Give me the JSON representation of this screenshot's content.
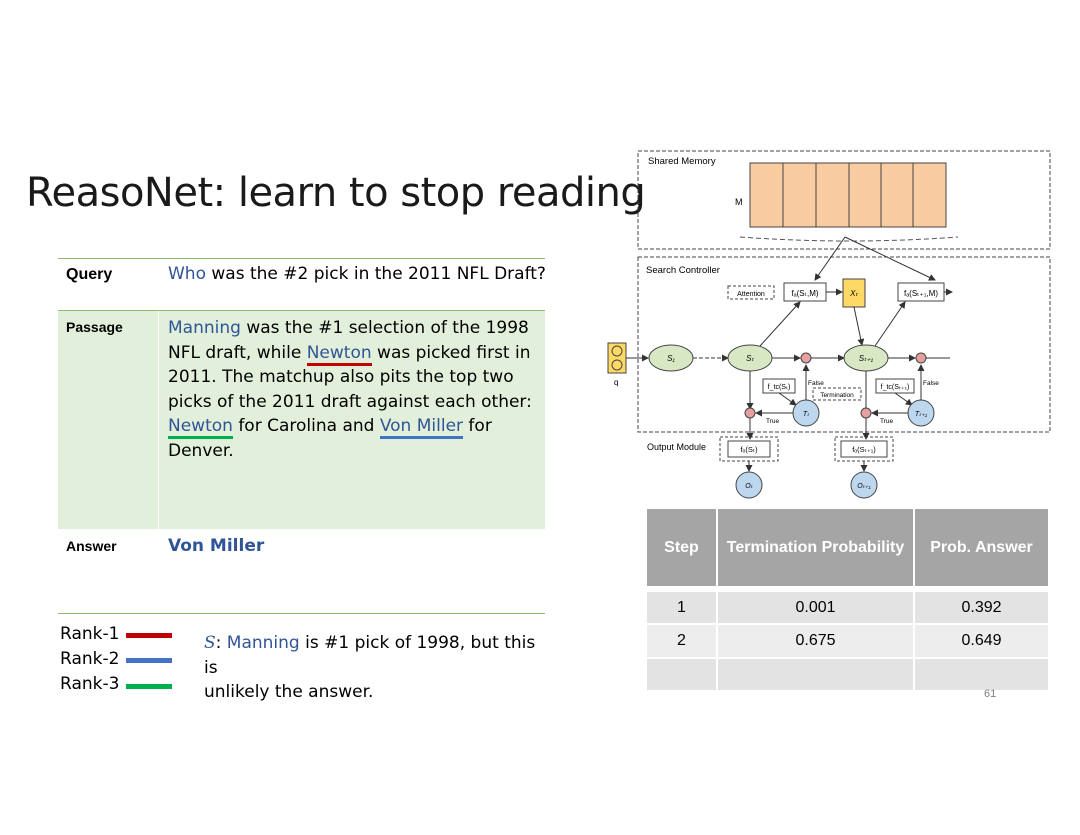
{
  "title": "ReasoNet: learn to stop reading",
  "qa": {
    "query_label": "Query",
    "query_who": "Who",
    "query_rest": " was the #2 pick in the 2011 NFL Draft?",
    "passage_label": "Passage",
    "passage": {
      "p1": "Manning",
      "p2": " was the #1 selection of the 1998",
      "p3": "NFL draft, while ",
      "p4": "Newton",
      "p5": " was picked first in",
      "p6": "2011. The matchup also pits the top two",
      "p7": "picks of the 2011 draft against each other:",
      "p8": "Newton",
      "p9": " for Carolina and ",
      "p10": "Von Miller",
      "p11": " for",
      "p12": "Denver."
    },
    "answer_label": "Answer",
    "answer": "Von Miller"
  },
  "legend": {
    "rank1": "Rank-1",
    "rank2": "Rank-2",
    "rank3": "Rank-3",
    "colors": {
      "rank1": "#c00000",
      "rank2": "#4472c4",
      "rank3": "#00b050"
    }
  },
  "note": {
    "s": "S",
    "colon": ": ",
    "manning": "Manning",
    "rest1": " is #1 pick of 1998, but this is",
    "rest2": "unlikely the answer."
  },
  "diagram": {
    "shared_memory": "Shared Memory",
    "memory_label": "M",
    "search_controller": "Search Controller",
    "output_module": "Output Module",
    "attention": "Attention",
    "termination": "Termination",
    "fa_t": "fₐ(Sₜ,M)",
    "fa_t1": "fₐ(Sₜ₊₁,M)",
    "x_t": "Xₜ",
    "s1": "S₁",
    "st": "Sₜ",
    "st1": "Sₜ₊₁",
    "ftc_t": "f_tc(Sₜ)",
    "ftc_t1": "f_tc(Sₜ₊₁)",
    "tt": "Tₜ",
    "tt1": "Tₜ₊₁",
    "false1": "False",
    "false2": "False",
    "true1": "True",
    "true2": "True",
    "fo_t": "fₒ(Sₜ)",
    "fo_t1": "fₒ(Sₜ₊₁)",
    "ot": "Oₜ",
    "ot1": "Oₜ₊₁",
    "q": "q",
    "memory_color": "#f8cba0"
  },
  "results": {
    "headers": [
      "Step",
      "Termination Probability",
      "Prob. Answer"
    ],
    "rows": [
      [
        "1",
        "0.001",
        "0.392"
      ],
      [
        "2",
        "0.675",
        "0.649"
      ],
      [
        "",
        "",
        ""
      ]
    ]
  },
  "page_number": "61"
}
